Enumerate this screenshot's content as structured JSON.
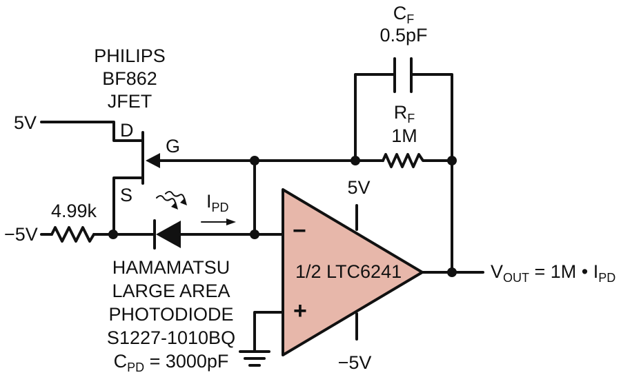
{
  "supply": {
    "pos": "5V",
    "neg": "−5V"
  },
  "jfet": {
    "line1": "PHILIPS",
    "line2": "BF862",
    "line3": "JFET",
    "drain": "D",
    "gate": "G",
    "source": "S"
  },
  "resistor_bias": {
    "value": "4.99k"
  },
  "photocurrent": {
    "main": "I",
    "sub": "PD"
  },
  "photodiode": {
    "line1": "HAMAMATSU",
    "line2": "LARGE AREA",
    "line3": "PHOTODIODE",
    "line4": "S1227-1010BQ",
    "cap_main": "C",
    "cap_sub": "PD",
    "cap_value": " = 3000pF"
  },
  "feedback_cap": {
    "name_main": "C",
    "name_sub": "F",
    "value": "0.5pF"
  },
  "feedback_res": {
    "name_main": "R",
    "name_sub": "F",
    "value": "1M"
  },
  "opamp": {
    "name": "1/2 LTC6241",
    "inverting": "−",
    "noninverting": "+",
    "supply_pos": "5V",
    "supply_neg": "−5V",
    "fill_color": "#e7b7aa"
  },
  "output": {
    "v_main": "V",
    "v_sub": "OUT",
    "mid": " = 1M • I",
    "i_sub": "PD"
  },
  "colors": {
    "wire": "#111111",
    "opamp_fill": "#e7b7aa"
  }
}
